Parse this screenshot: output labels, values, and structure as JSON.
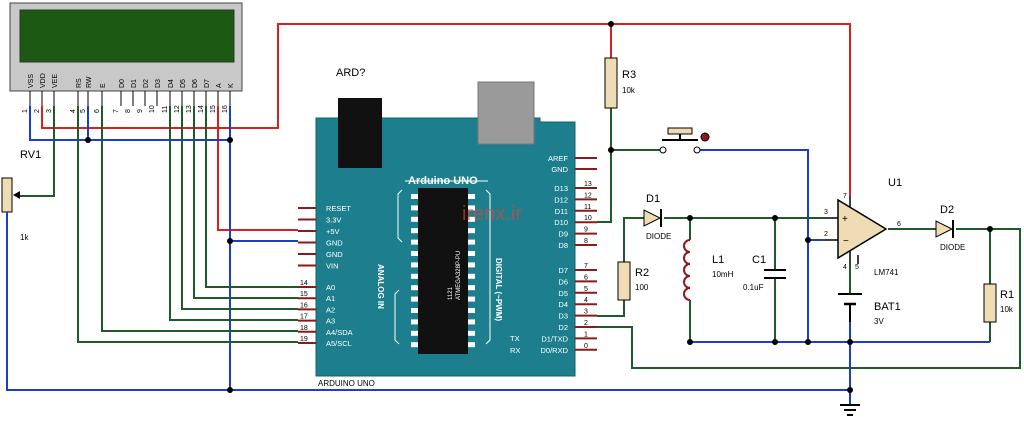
{
  "lcd": {
    "pins": [
      "VSS",
      "VDD",
      "VEE",
      "RS",
      "RW",
      "E",
      "D0",
      "D1",
      "D2",
      "D3",
      "D4",
      "D5",
      "D6",
      "D7",
      "A",
      "K"
    ],
    "nums": [
      "1",
      "2",
      "3",
      "4",
      "5",
      "6",
      "7",
      "8",
      "9",
      "10",
      "11",
      "12",
      "13",
      "14",
      "15",
      "16"
    ]
  },
  "rv1": {
    "ref": "RV1",
    "value": "1k"
  },
  "board": {
    "ref": "ARD?",
    "title": "Arduino UNO",
    "name": "ARDUINO UNO",
    "chip_line1": "1121",
    "chip_line2": "ATMEGA328P-PU",
    "watermark": "irenx.ir",
    "analog_label": "ANALOG IN",
    "digital_label": "DIGITAL (~PWM)",
    "tx": "TX",
    "rx": "RX",
    "power_pins": [
      "RESET",
      "3.3V",
      "+5V",
      "GND",
      "GND",
      "VIN"
    ],
    "analog_pins": [
      "A0",
      "A1",
      "A2",
      "A3",
      "A4/SDA",
      "A5/SCL"
    ],
    "analog_nums": [
      "14",
      "15",
      "16",
      "17",
      "18",
      "19"
    ],
    "top_pins": [
      "AREF",
      "GND"
    ],
    "digital_pins_a": [
      "D13",
      "D12",
      "D11",
      "D10",
      "D9",
      "D8"
    ],
    "digital_nums_a": [
      "13",
      "12",
      "11",
      "10",
      "9",
      "8"
    ],
    "digital_pins_b": [
      "D7",
      "D6",
      "D5",
      "D4",
      "D3",
      "D2",
      "D1/TXD",
      "D0/RXD"
    ],
    "digital_nums_b": [
      "7",
      "6",
      "5",
      "4",
      "3",
      "2",
      "1",
      "0"
    ]
  },
  "r3": {
    "ref": "R3",
    "value": "10k"
  },
  "r2": {
    "ref": "R2",
    "value": "100"
  },
  "r1": {
    "ref": "R1",
    "value": "10k"
  },
  "d1": {
    "ref": "D1",
    "value": "DIODE"
  },
  "d2": {
    "ref": "D2",
    "value": "DIODE"
  },
  "l1": {
    "ref": "L1",
    "value": "10mH"
  },
  "c1": {
    "ref": "C1",
    "value": "0.1uF"
  },
  "u1": {
    "ref": "U1",
    "value": "LM741",
    "pin_minus": "2",
    "pin_plus": "3",
    "pin_out": "6",
    "pin_v_top": "7",
    "pin_v_bot": "4",
    "pin_5": "5"
  },
  "bat1": {
    "ref": "BAT1",
    "value": "3V"
  }
}
